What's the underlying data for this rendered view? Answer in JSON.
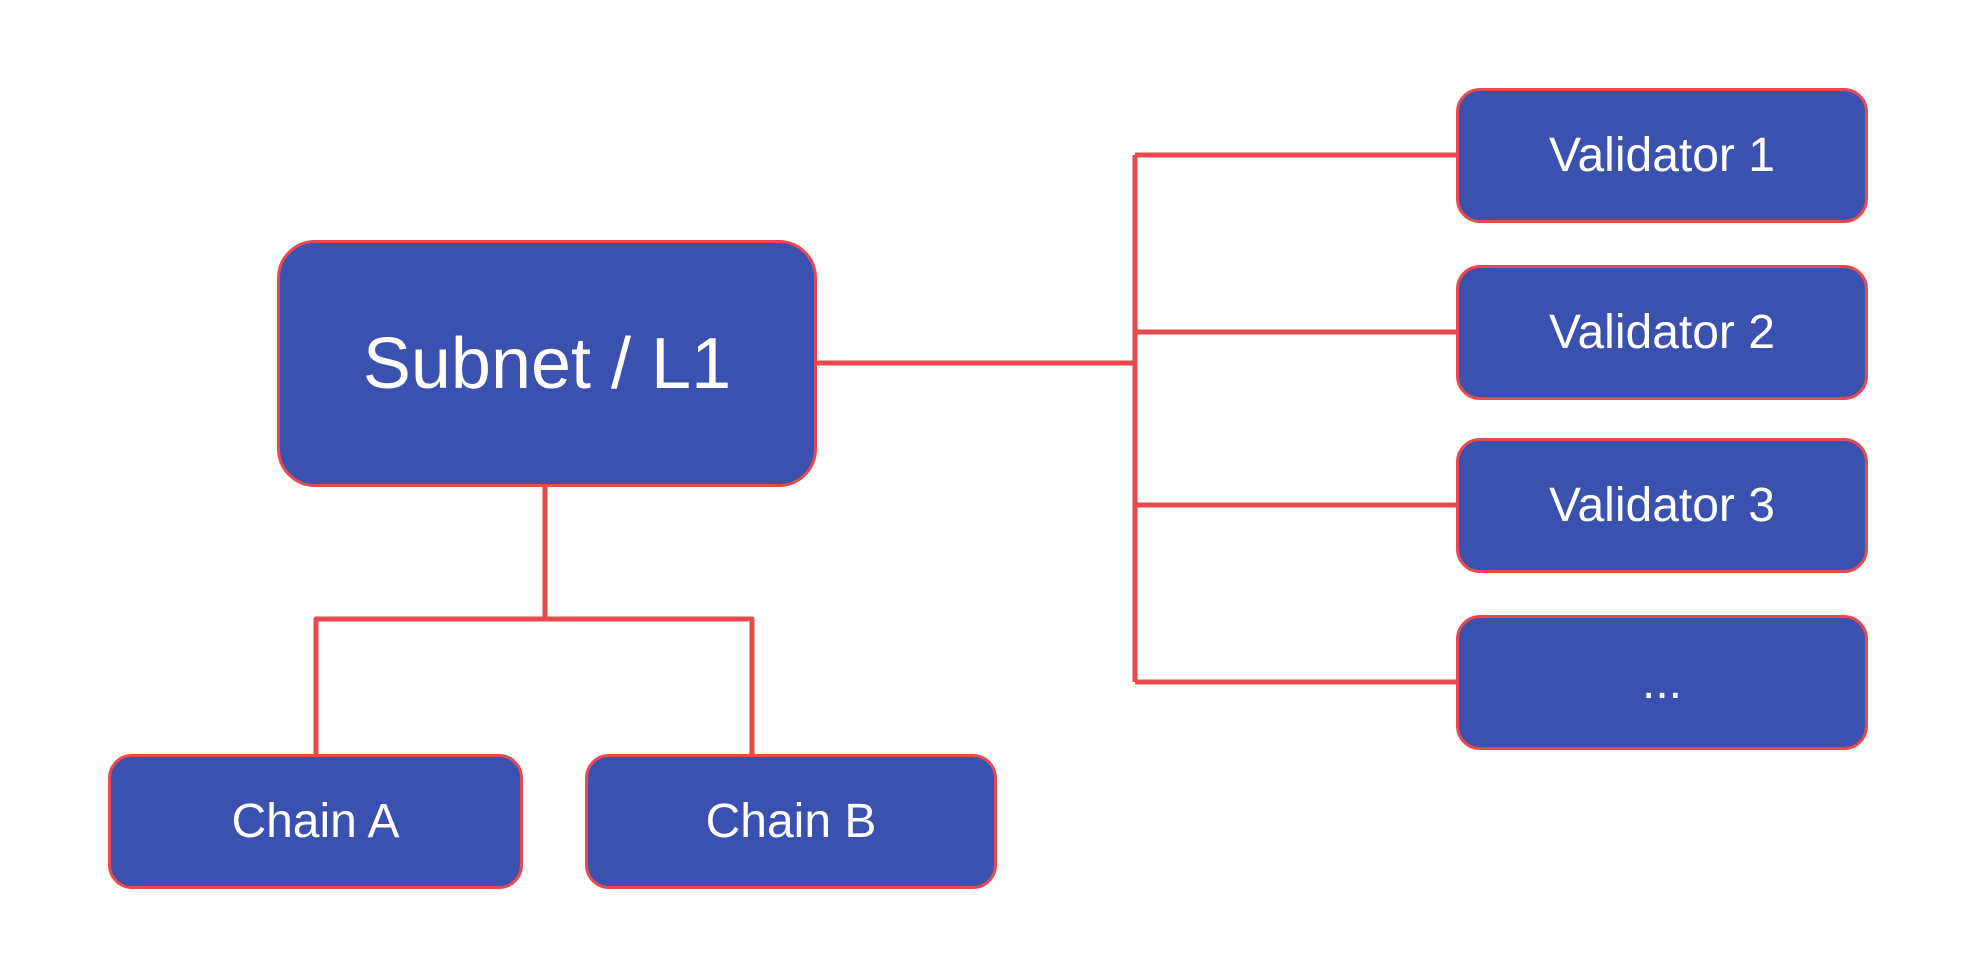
{
  "colors": {
    "node_fill": "#3A51B0",
    "line": "#E8494E",
    "text": "#FFFFFF",
    "background": "#FFFFFF"
  },
  "nodes": {
    "subnet": {
      "label": "Subnet / L1"
    },
    "validator1": {
      "label": "Validator 1"
    },
    "validator2": {
      "label": "Validator 2"
    },
    "validator3": {
      "label": "Validator 3"
    },
    "validators_more": {
      "label": "..."
    },
    "chain_a": {
      "label": "Chain A"
    },
    "chain_b": {
      "label": "Chain B"
    }
  },
  "edges": [
    {
      "from": "subnet",
      "to": "validator1"
    },
    {
      "from": "subnet",
      "to": "validator2"
    },
    {
      "from": "subnet",
      "to": "validator3"
    },
    {
      "from": "subnet",
      "to": "validators_more"
    },
    {
      "from": "subnet",
      "to": "chain_a"
    },
    {
      "from": "subnet",
      "to": "chain_b"
    }
  ]
}
